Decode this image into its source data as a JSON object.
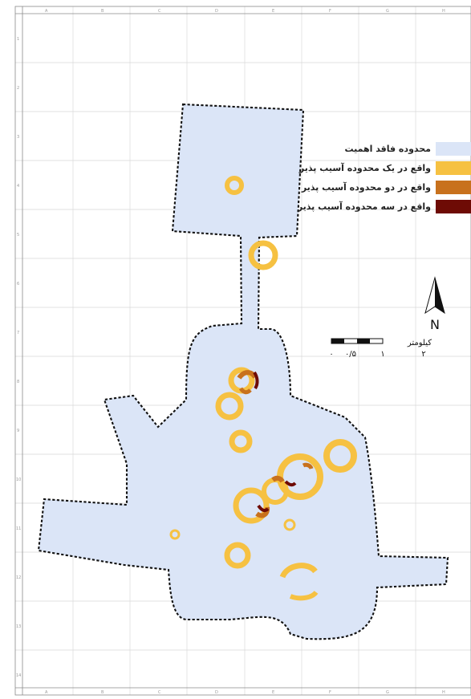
{
  "legend": {
    "items": [
      {
        "label": "محدوده فاقد اهمیت",
        "color": "#dbe5f7"
      },
      {
        "label": "واقع در یک محدوده آسیب پذیر",
        "color": "#f6c142"
      },
      {
        "label": "واقع در دو محدوده آسیب پذیر",
        "color": "#c8711d"
      },
      {
        "label": "واقع در سه محدوده آسیب پذیر",
        "color": "#6e0b05"
      }
    ]
  },
  "north_arrow": {
    "label": "N"
  },
  "scale_bar": {
    "unit_label": "کیلومتر",
    "tick_labels": [
      "۰",
      "۰/۵",
      "۱",
      "۲"
    ]
  },
  "grid": {
    "column_labels": [
      "A",
      "B",
      "C",
      "D",
      "E",
      "F",
      "G",
      "H"
    ],
    "row_labels": [
      "1",
      "2",
      "3",
      "4",
      "5",
      "6",
      "7",
      "8",
      "9",
      "10",
      "11",
      "12",
      "13",
      "14"
    ]
  },
  "colors": {
    "background_area": "#dbe5f7",
    "boundary": "#111111",
    "one_zone": "#f6c142",
    "two_zones": "#c8711d",
    "three_zones": "#6e0b05"
  }
}
